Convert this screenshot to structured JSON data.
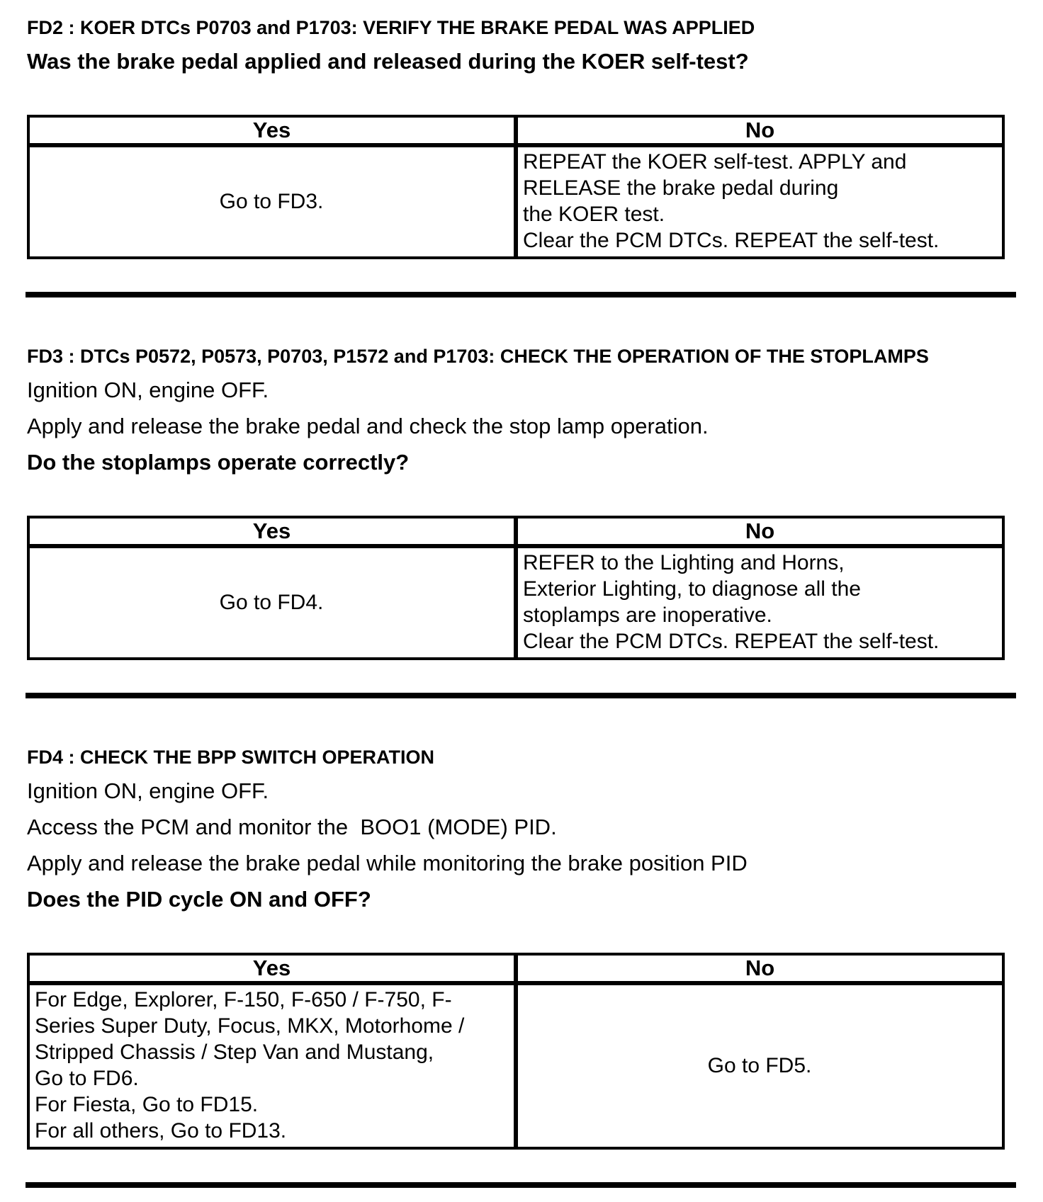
{
  "colors": {
    "text": "#000000",
    "background": "#ffffff",
    "table_border": "#000000"
  },
  "sections": [
    {
      "id": "FD2",
      "header": "FD2 : KOER DTCs P0703 and P1703: VERIFY THE BRAKE PEDAL WAS APPLIED",
      "question": "Was the brake pedal applied and released during the KOER self-test?",
      "table": {
        "yes_label": "Yes",
        "no_label": "No",
        "yes_lines": [
          "Go to FD3."
        ],
        "no_lines": [
          "REPEAT the KOER self-test. APPLY and",
          "RELEASE the brake pedal during",
          "the KOER test.",
          "Clear the PCM DTCs. REPEAT the self-test."
        ]
      }
    },
    {
      "id": "FD3",
      "header": "FD3 : DTCs P0572, P0573, P0703, P1572 and P1703: CHECK THE OPERATION OF THE STOPLAMPS",
      "steps": [
        "Ignition ON, engine OFF.",
        "Apply and release the brake pedal and check the stop lamp operation."
      ],
      "question": "Do the stoplamps operate correctly?",
      "table": {
        "yes_label": "Yes",
        "no_label": "No",
        "yes_lines": [
          "Go to FD4."
        ],
        "no_lines": [
          "REFER to the Lighting and Horns,",
          "Exterior Lighting, to diagnose all the",
          "stoplamps are inoperative.",
          "Clear the PCM DTCs. REPEAT the self-test."
        ]
      }
    },
    {
      "id": "FD4",
      "header": "FD4 : CHECK THE BPP SWITCH OPERATION",
      "steps": [
        "Ignition ON, engine OFF.",
        "Access the PCM and monitor the  BOO1 (MODE) PID.",
        "Apply and release the brake pedal while monitoring the brake position PID"
      ],
      "question": "Does the PID cycle ON and OFF?",
      "table": {
        "yes_label": "Yes",
        "no_label": "No",
        "yes_lines": [
          "For Edge, Explorer, F-150, F-650 / F-750, F-",
          "Series Super Duty, Focus, MKX, Motorhome /",
          "Stripped Chassis / Step Van and Mustang,",
          "Go to FD6.",
          "For Fiesta, Go to FD15.",
          "For all others, Go to FD13."
        ],
        "no_lines": [
          "Go to FD5."
        ]
      }
    }
  ]
}
